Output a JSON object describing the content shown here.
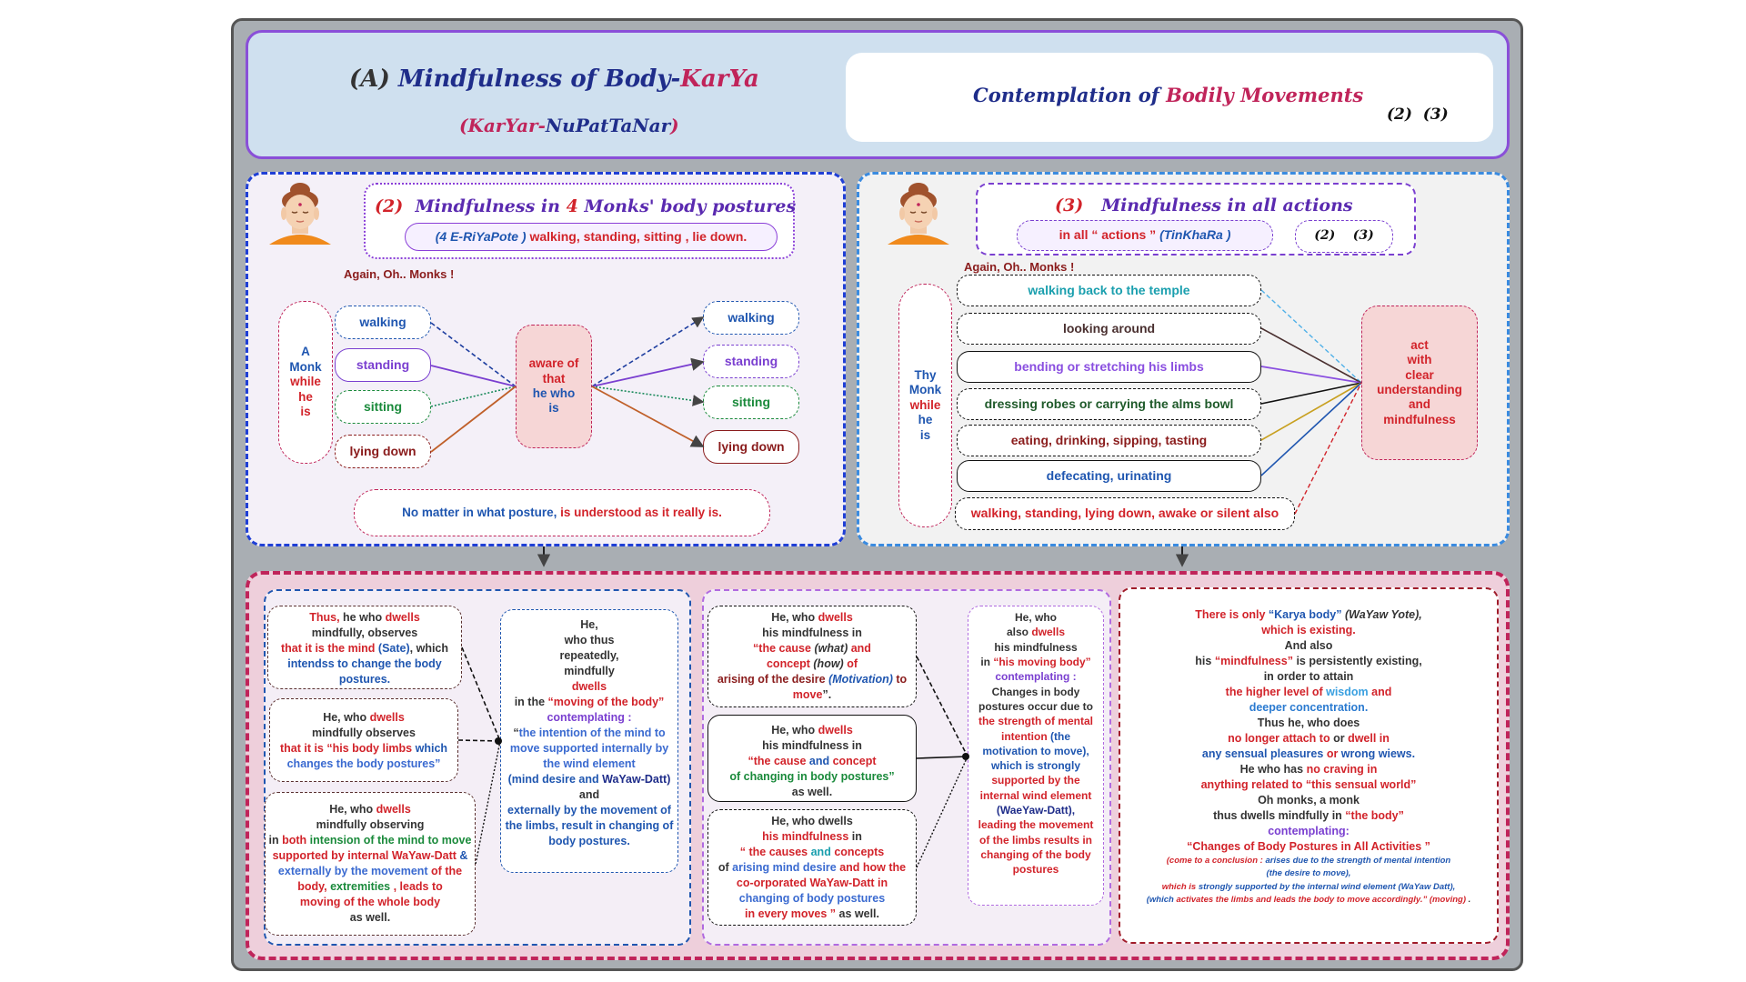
{
  "header": {
    "title_prefix": "(A)",
    "title_main": "Mindfulness of Body-",
    "title_accent": "KarYa",
    "subtitle_open": "(",
    "subtitle_a": "KarYar",
    "subtitle_dash": "-",
    "subtitle_b": "NuPatTaNar",
    "subtitle_close": ")",
    "right_title_a": "Contemplation of ",
    "right_title_b": "Bodily Movements",
    "right_refs": "(2)  (3)"
  },
  "panel_postures": {
    "title_num": "(2)",
    "title_text_a": "Mindfulness in ",
    "title_four": "4",
    "title_text_b": " Monks' body postures",
    "subtitle_a": "(4 E-RiYaPote )",
    "subtitle_b": " walking, standing, sitting , lie down.",
    "again": "Again,  Oh.. Monks !",
    "subject_a": "A",
    "subject_b": "Monk",
    "subject_c": "while",
    "subject_d": "he",
    "subject_e": "is",
    "left_items": [
      "walking",
      "standing",
      "sitting",
      "lying down"
    ],
    "center_text": [
      "aware of",
      "that",
      "he who",
      "is"
    ],
    "right_items": [
      "walking",
      "standing",
      "sitting",
      "lying down"
    ],
    "conclusion_a": "No matter in what posture, ",
    "conclusion_b": "is understood as it really is."
  },
  "panel_actions": {
    "title_num": "(3)",
    "title_text": "Mindfulness in all actions",
    "subtitle_a": "in all “ actions ”",
    "subtitle_b": "  (TinKhaRa )",
    "refs": "(2)    (3)",
    "again": "Again,  Oh.. Monks !",
    "subject_a": "Thy",
    "subject_b": "Monk",
    "subject_c": "while",
    "subject_d": "he",
    "subject_e": "is",
    "actions": [
      "walking back to the temple",
      "looking around",
      "bending or stretching his limbs",
      "dressing robes or carrying the alms bowl",
      "eating, drinking, sipping, tasting",
      "defecating, urinating",
      "walking, standing, lying down, awake or silent also"
    ],
    "result": [
      "act",
      "with",
      "clear",
      "understanding",
      "and",
      "mindfulness"
    ]
  },
  "bottom": {
    "b1": {
      "l1": "Thus,",
      "l2": " he who ",
      "l3": "dwells",
      "l4": "mindfully, observes",
      "l5": "that it is the mind ",
      "l6": "(Sate)",
      "l7": ", which",
      "l8": "intendss to change the body",
      "l9": "postures."
    },
    "b2": {
      "l1": "He, who ",
      "l2": "dwells",
      "l3": "mindfully observes",
      "l4": "that it is",
      "l5": "  “his body limbs ",
      "l6": "which",
      "l7": "changes  the body postures”"
    },
    "b3": {
      "l1": "He, who  ",
      "l2": "dwells",
      "l3": "mindfully observing",
      "l4": "in ",
      "l5": "both ",
      "l6": "intension of the mind to move",
      "l7": "supported by internal WaYaw-Datt",
      "l8": " &",
      "l9": "externally by the movement ",
      "l10": "of the",
      "l11": "body, ",
      "l12": "extremities",
      "l13": " , leads to",
      "l14": "moving of the whole body",
      "l15": "as well."
    },
    "b4": {
      "l1": "He,",
      "l2": "who thus",
      "l3": "repeatedly,",
      "l4": "mindfully",
      "l5": "dwells",
      "l6": "in the ",
      "l7": "“moving of the body”",
      "l8": "contemplating :",
      "l9": "“",
      "l10": "the intention of the mind to",
      "l11": "move supported internally by",
      "l12": "the wind element",
      "l13": "(mind desire ",
      "l14": "and ",
      "l15": "WaYaw-Datt)",
      "l16": "and",
      "l17": "externally by the movement of",
      "l18": "the limbs, result in changing of",
      "l19": "body postures."
    },
    "b5": {
      "l1": "He, who ",
      "l2": "dwells",
      "l3": "his mindfulness in",
      "l4": "“the cause ",
      "l5": "(what)",
      "l6": "  and",
      "l7": "concept ",
      "l8": "(how)",
      "l9": " of",
      "l10": "arising of the desire ",
      "l11": "(Motivation)",
      "l12": " to",
      "l13": "move",
      "l14": "”."
    },
    "b6": {
      "l1": "He, who ",
      "l2": "dwells",
      "l3": "his mindfulness in",
      "l4": "“the cause ",
      "l5": "and ",
      "l6": "concept",
      "l7": "of changing in body postures”",
      "l8": "as well."
    },
    "b7": {
      "l1": "He, who dwells",
      "l2": "his mindfulness ",
      "l3": "in",
      "l4": "“ the causes ",
      "l5": "and ",
      "l6": "concepts",
      "l7": "of ",
      "l8": "arising mind desire ",
      "l9": "and how the",
      "l10": "co-orporated WaYaw-Datt in",
      "l11": "changing of body postures",
      "l12": "in every moves ”",
      "l13": " as well."
    },
    "b8": {
      "l1": "He, who",
      "l2": "also ",
      "l3": "dwells",
      "l4": "his mindfulness",
      "l5": "in  ",
      "l6": "“his moving body”",
      "l7": "contemplating :",
      "l8": "Changes in body",
      "l9": "postures occur due to",
      "l10": "the strength of mental",
      "l11": "intention ",
      "l12": "(the",
      "l13": "motivation to move),",
      "l14": "which is strongly",
      "l15": "supported by the",
      "l16": "internal wind element",
      "l17": "(WaeYaw-Datt),",
      "l18": "leading the movement",
      "l19": "of the limbs results in",
      "l20": "changing of the body",
      "l21": "postures"
    },
    "b9": {
      "l1": "There is only ",
      "l2": "“Karya body”",
      "l3": " (WaYaw Yote),",
      "l4": "which is existing.",
      "l5": "And also",
      "l6": "his ",
      "l7": "“mindfulness”",
      "l8": " is persistently existing,",
      "l9": "in order to attain",
      "l10": "the higher level of  ",
      "l11": "wisdom",
      "l12": " and",
      "l13": "deeper concentration.",
      "l14": "Thus he, who does",
      "l15": "no longer attach to ",
      "l16": "or ",
      "l17": "dwell in",
      "l18": "any sensual pleasures ",
      "l19": "or ",
      "l20": "wrong wiews.",
      "l21": "He who has ",
      "l22": "no craving in",
      "l23": "anything related  to  ",
      "l24": "“this sensual world”",
      "l25": "Oh monks, a monk",
      "l26": "thus dwells mindfully in ",
      "l27": "“the body”",
      "l28": "contemplating:",
      "l29": "“Changes of Body Postures in All Activities ”",
      "l30": "(come to a conclusion : ",
      "l31": "arises due to the strength of mental intention",
      "l32": "(the desire to move),",
      "l33": "which is ",
      "l34": "strongly supported by the internal wind element ",
      "l35": "(WaYaw Datt),",
      "l36": "(which ",
      "l37": "activates the limbs and leads the body to move accordingly.”",
      "l38": " (moving)",
      "l39": " ."
    }
  },
  "colors": {
    "primary_blue": "#1f56b0",
    "accent_red": "#d2232a",
    "purple": "#7a3fd0",
    "green": "#1a8a3b",
    "maroon": "#8a1c1c",
    "teal": "#1a9fae",
    "crimson": "#c0245a"
  },
  "icons": [
    "buddha-face-icon",
    "arrow-down-icon"
  ]
}
